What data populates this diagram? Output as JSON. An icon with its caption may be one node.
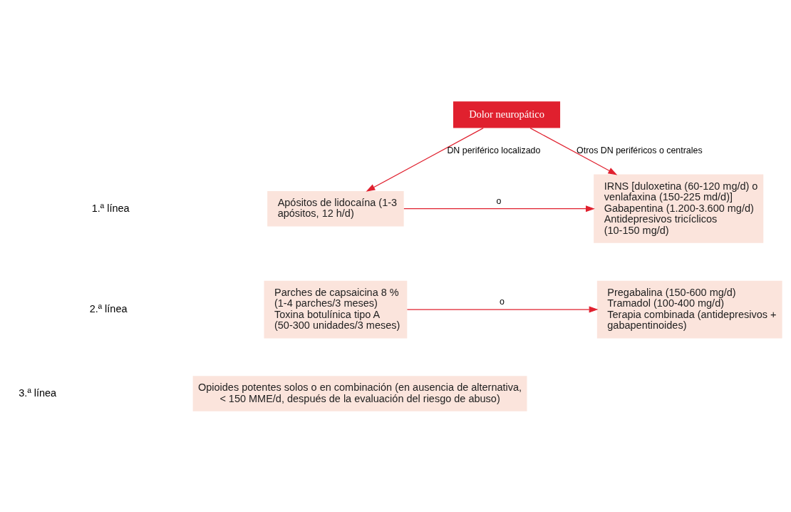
{
  "diagram": {
    "nodes": [
      {
        "text": [
          "Dolor neuropático"
        ]
      },
      {
        "text": [
          "Apósitos de lidocaína (1-3 apósitos, 12 h/d)"
        ]
      },
      {
        "text": [
          "IRNS [duloxetina (60-120 mg/d) o venlafaxina (150-225 md/d)]",
          "Gabapentina (1.200-3.600 mg/d)",
          "Antidepresivos tricíclicos (10-150 mg/d)"
        ]
      },
      {
        "text": [
          "Parches de capsaicina 8 % (1-4 parches/3 meses)",
          "Toxina botulínica tipo A (50-300 unidades/3 meses)"
        ]
      },
      {
        "text": [
          "Pregabalina (150-600 mg/d)",
          "Tramadol (100-400 mg/d)",
          "Terapia combinada (antidepresivos + gabapentinoides)"
        ]
      },
      {
        "text": [
          "Opioides potentes solos o en combinación (en ausencia de alternativa, < 150 MME/d, después de la evaluación del riesgo de abuso)"
        ]
      }
    ],
    "edges": [
      {
        "from": 0,
        "to": 1,
        "arrow": "to",
        "label": "DN periférico localizado"
      },
      {
        "from": 0,
        "to": 2,
        "arrow": "to",
        "label": "Otros DN periféricos o centrales"
      },
      {
        "from": 1,
        "to": 2,
        "arrow": "to",
        "label": "o"
      },
      {
        "from": 3,
        "to": 4,
        "arrow": "to",
        "label": "o"
      }
    ],
    "labels": [
      "1.ª línea",
      "2.ª línea",
      "3.ª línea"
    ]
  }
}
